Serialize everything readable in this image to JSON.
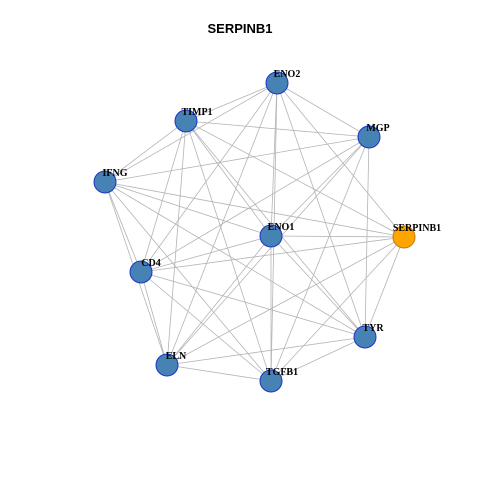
{
  "title": "SERPINB1",
  "colors": {
    "node_default": "#4682b4",
    "node_border": "#1f33c8",
    "node_highlight": "#ffa500",
    "node_highlight_border": "#c8780f",
    "edge": "#b4b4b4",
    "background": "#ffffff"
  },
  "chart_data": {
    "type": "network",
    "nodes": [
      {
        "id": "ENO2",
        "label": "ENO2",
        "highlight": false
      },
      {
        "id": "TIMP1",
        "label": "TIMP1",
        "highlight": false
      },
      {
        "id": "MGP",
        "label": "MGP",
        "highlight": false
      },
      {
        "id": "IFNG",
        "label": "IFNG",
        "highlight": false
      },
      {
        "id": "ENO1",
        "label": "ENO1",
        "highlight": false
      },
      {
        "id": "SERPINB1",
        "label": "SERPINB1",
        "highlight": true
      },
      {
        "id": "CD4",
        "label": "CD4",
        "highlight": false
      },
      {
        "id": "TYR",
        "label": "TYR",
        "highlight": false
      },
      {
        "id": "ELN",
        "label": "ELN",
        "highlight": false
      },
      {
        "id": "TGFB1",
        "label": "TGFB1",
        "highlight": false
      }
    ],
    "edges": [
      [
        "ENO2",
        "TIMP1"
      ],
      [
        "ENO2",
        "MGP"
      ],
      [
        "ENO2",
        "IFNG"
      ],
      [
        "ENO2",
        "ENO1"
      ],
      [
        "ENO2",
        "SERPINB1"
      ],
      [
        "ENO2",
        "CD4"
      ],
      [
        "ENO2",
        "TYR"
      ],
      [
        "ENO2",
        "ELN"
      ],
      [
        "ENO2",
        "TGFB1"
      ],
      [
        "TIMP1",
        "MGP"
      ],
      [
        "TIMP1",
        "IFNG"
      ],
      [
        "TIMP1",
        "ENO1"
      ],
      [
        "TIMP1",
        "SERPINB1"
      ],
      [
        "TIMP1",
        "CD4"
      ],
      [
        "TIMP1",
        "TYR"
      ],
      [
        "TIMP1",
        "ELN"
      ],
      [
        "TIMP1",
        "TGFB1"
      ],
      [
        "MGP",
        "IFNG"
      ],
      [
        "MGP",
        "ENO1"
      ],
      [
        "MGP",
        "CD4"
      ],
      [
        "MGP",
        "TYR"
      ],
      [
        "MGP",
        "ELN"
      ],
      [
        "MGP",
        "TGFB1"
      ],
      [
        "IFNG",
        "ENO1"
      ],
      [
        "IFNG",
        "SERPINB1"
      ],
      [
        "IFNG",
        "CD4"
      ],
      [
        "IFNG",
        "TYR"
      ],
      [
        "IFNG",
        "ELN"
      ],
      [
        "IFNG",
        "TGFB1"
      ],
      [
        "ENO1",
        "SERPINB1"
      ],
      [
        "ENO1",
        "CD4"
      ],
      [
        "ENO1",
        "TYR"
      ],
      [
        "ENO1",
        "ELN"
      ],
      [
        "ENO1",
        "TGFB1"
      ],
      [
        "SERPINB1",
        "CD4"
      ],
      [
        "SERPINB1",
        "TYR"
      ],
      [
        "SERPINB1",
        "ELN"
      ],
      [
        "SERPINB1",
        "TGFB1"
      ],
      [
        "CD4",
        "TYR"
      ],
      [
        "CD4",
        "ELN"
      ],
      [
        "CD4",
        "TGFB1"
      ],
      [
        "TYR",
        "ELN"
      ],
      [
        "TYR",
        "TGFB1"
      ],
      [
        "ELN",
        "TGFB1"
      ]
    ]
  }
}
